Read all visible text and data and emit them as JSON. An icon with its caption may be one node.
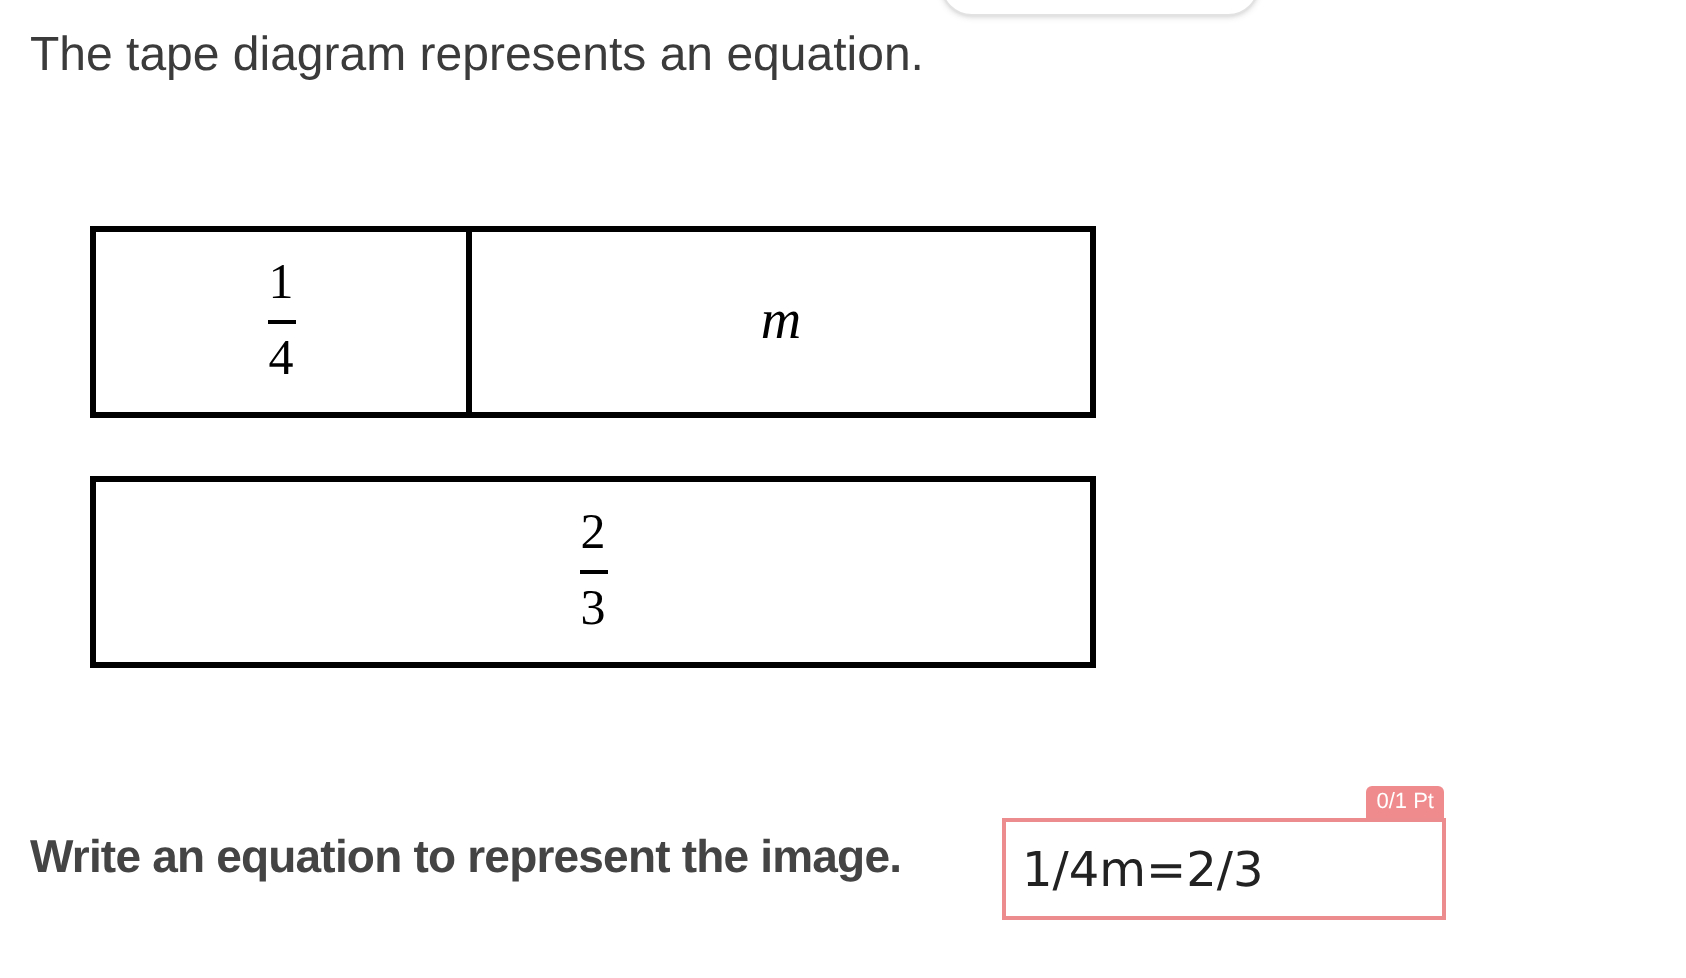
{
  "diagram": {
    "title": "The tape diagram represents an equation.",
    "nodes": [
      {
        "text": [
          "1",
          "4"
        ]
      },
      {
        "text": [
          "m"
        ]
      },
      {
        "text": [
          "2",
          "3"
        ]
      }
    ],
    "labels": [
      "Write an equation to represent the image.",
      "0/1 Pt",
      "1/4m=2/3"
    ]
  }
}
